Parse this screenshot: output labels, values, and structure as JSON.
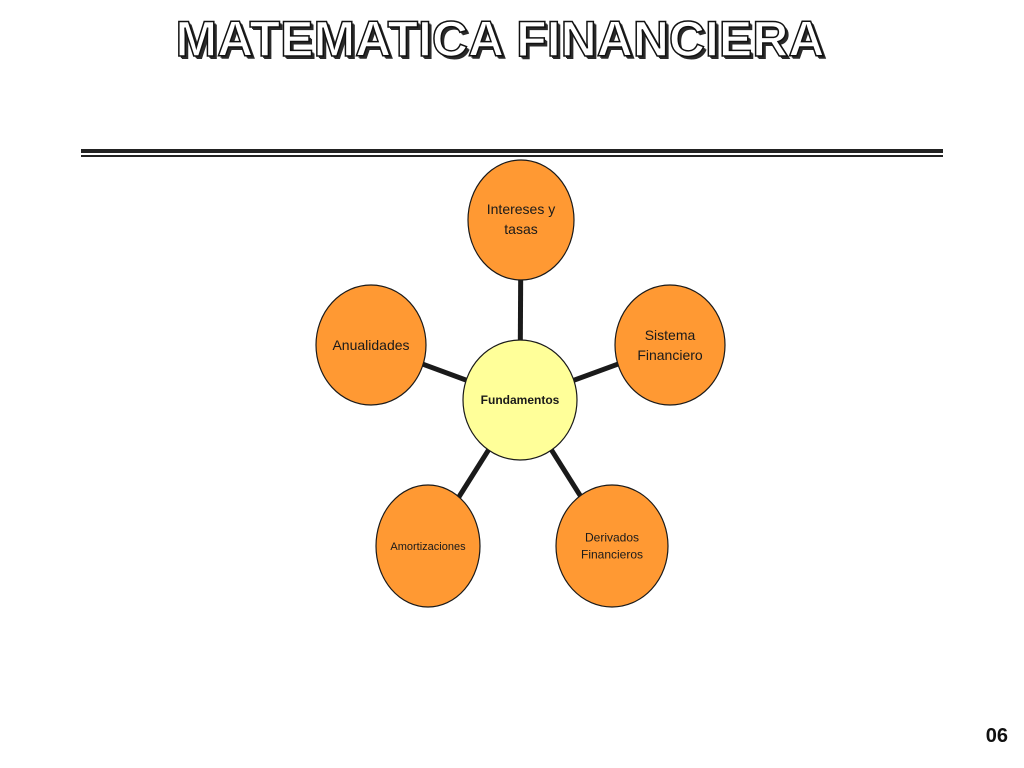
{
  "slide": {
    "title": "MATEMATICA FINANCIERA",
    "page_number": "06"
  },
  "diagram": {
    "center": {
      "label": "Fundamentos",
      "fill": "#FFFF99"
    },
    "satellite_fill": "#FF9933",
    "outline_color": "#1a1a1a",
    "nodes": [
      {
        "id": "intereses",
        "lines": [
          "Intereses y",
          "tasas"
        ]
      },
      {
        "id": "sistema",
        "lines": [
          "Sistema",
          "Financiero"
        ]
      },
      {
        "id": "derivados",
        "lines": [
          "Derivados",
          "Financieros"
        ]
      },
      {
        "id": "amortizaciones",
        "lines": [
          "Amortizaciones"
        ]
      },
      {
        "id": "anualidades",
        "lines": [
          "Anualidades"
        ]
      }
    ]
  }
}
